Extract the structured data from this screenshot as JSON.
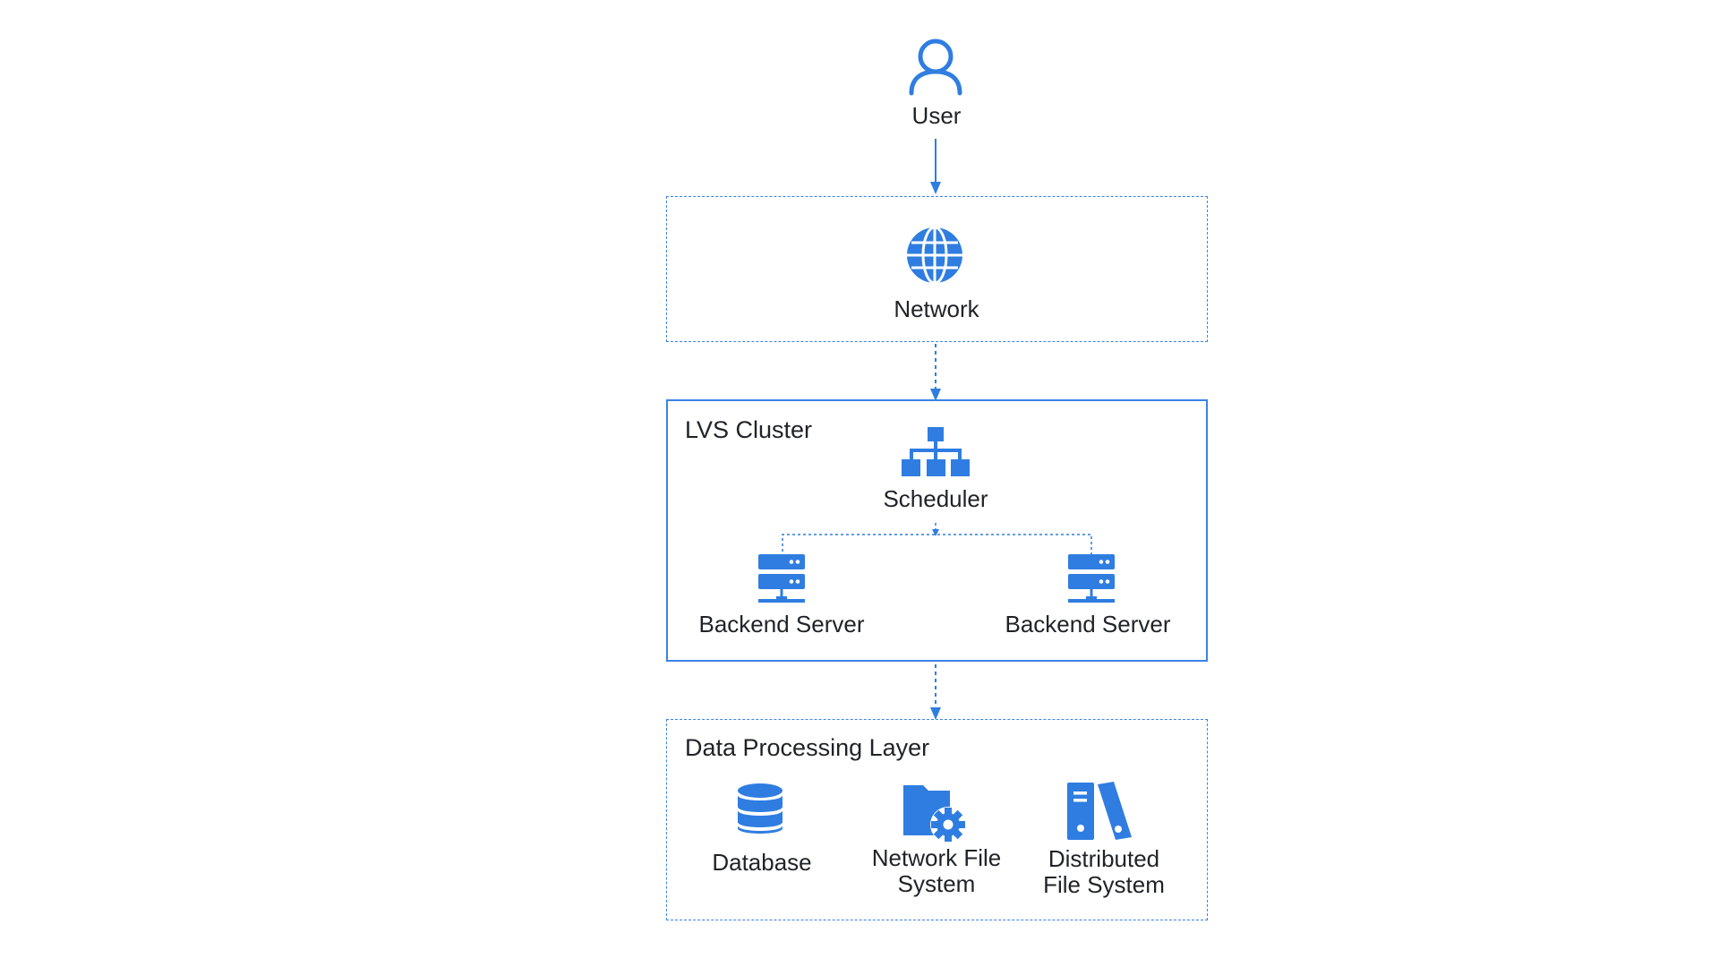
{
  "colors": {
    "accent": "#2f7de1",
    "text": "#1f2328",
    "background": "#ffffff"
  },
  "user": {
    "label": "User",
    "icon": "user-icon"
  },
  "network_layer": {
    "label": "Network",
    "icon": "globe-icon"
  },
  "lvs_cluster": {
    "title": "LVS Cluster",
    "scheduler": {
      "label": "Scheduler",
      "icon": "hierarchy-icon"
    },
    "servers": [
      {
        "label": "Backend Server",
        "icon": "server-icon"
      },
      {
        "label": "Backend Server",
        "icon": "server-icon"
      }
    ]
  },
  "data_layer": {
    "title": "Data Processing Layer",
    "items": [
      {
        "label": "Database",
        "icon": "database-icon"
      },
      {
        "label": "Network File System",
        "icon": "folder-gear-icon"
      },
      {
        "label": "Distributed File System",
        "icon": "binders-icon"
      }
    ]
  }
}
